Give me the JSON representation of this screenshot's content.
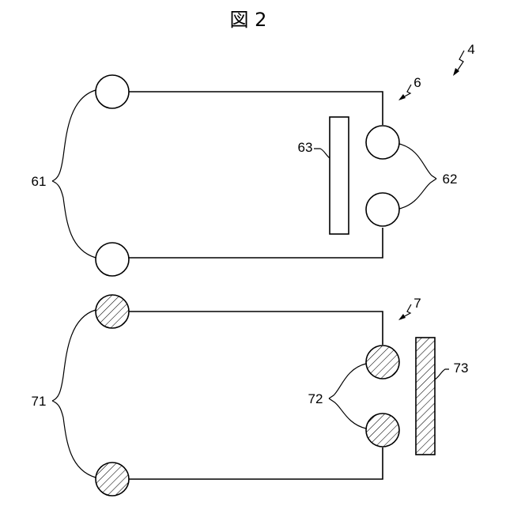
{
  "figure": {
    "title": "図 2"
  },
  "labels": {
    "device": "4",
    "unit_top": "6",
    "unit_bottom": "7",
    "top_left_pair": "61",
    "top_right_pair": "62",
    "top_plate": "63",
    "bottom_left_pair": "71",
    "bottom_right_pair": "72",
    "bottom_plate": "73"
  },
  "colors": {
    "stroke": "#000000",
    "background": "#ffffff"
  }
}
